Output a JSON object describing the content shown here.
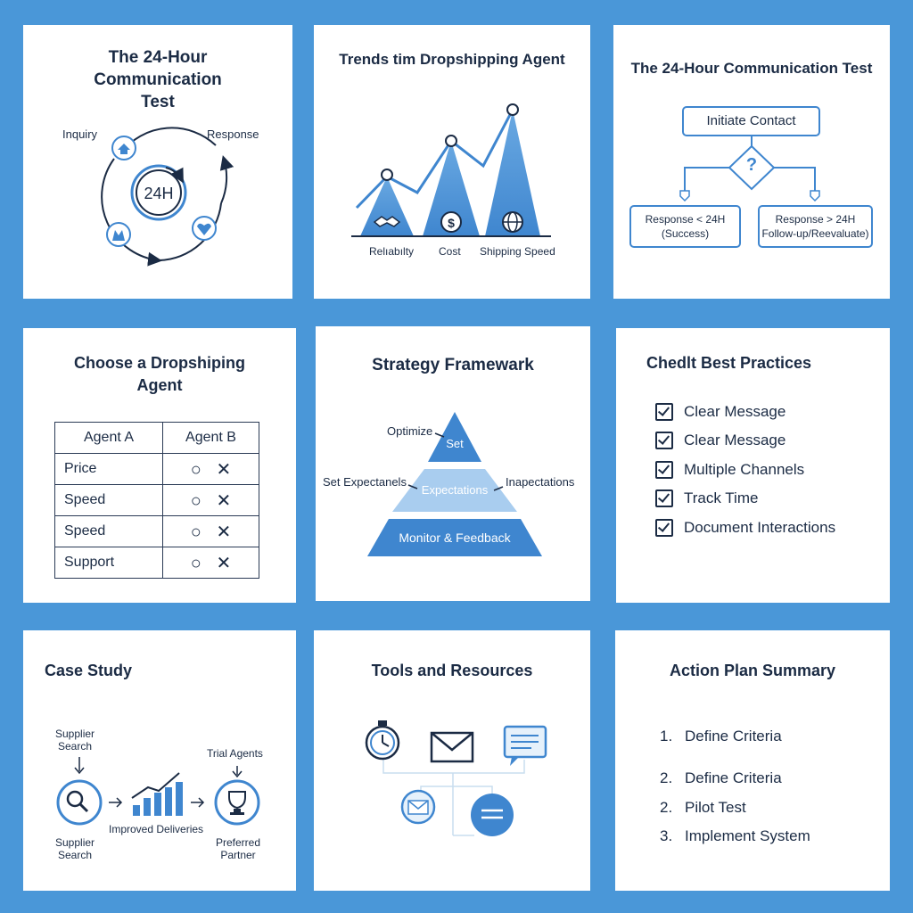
{
  "panels": {
    "p1": {
      "title": "The 24-Hour Communication Test",
      "inquiry": "Inquiry",
      "response": "Response",
      "center": "24H"
    },
    "p2": {
      "title": "Trends tim Dropshipping Agent",
      "labels": [
        "Relıabılty",
        "Cost",
        "Shipping Speed"
      ]
    },
    "p3": {
      "title": "The 24-Hour Communication Test",
      "start": "Initiate Contact",
      "decision": "?",
      "left_line1": "Response < 24H",
      "left_line2": "(Success)",
      "right_line1": "Response > 24H",
      "right_line2": "Follow-up/Reevaluate)"
    },
    "p4": {
      "title": "Choose a Dropshiping Agent",
      "col_a": "Agent A",
      "col_b": "Agent B",
      "rows": [
        "Price",
        "Speed",
        "Speed",
        "Support"
      ]
    },
    "p5": {
      "title": "Strategy Framewark",
      "optimize": "Optimize",
      "set_expectations": "Set Expectanels",
      "inspections": "Inapectations",
      "top": "Set",
      "middle": "Expectations",
      "bottom": "Monitor & Feedback"
    },
    "p6": {
      "title": "Chedlt Best Practices",
      "items": [
        "Clear Message",
        "Clear Message",
        "Multiple Channels",
        "Track Time",
        "Document Interactions"
      ]
    },
    "p7": {
      "title": "Case Study",
      "supplier_top": "Supplier\nSearch",
      "trial": "Trial Agents",
      "supplier_bottom": "Supplier\nSearch",
      "improved": "Improved Deliveries",
      "preferred": "Preferred\nPartner"
    },
    "p8": {
      "title": "Tools and Resources"
    },
    "p9": {
      "title": "Action Plan Summary",
      "steps": [
        {
          "num": "1.",
          "text": "Define Criteria"
        },
        {
          "num": "2.",
          "text": "Define Criteria"
        },
        {
          "num": "2.",
          "text": "Pilot Test"
        },
        {
          "num": "3.",
          "text": "Implement System"
        }
      ]
    }
  },
  "colors": {
    "background": "#4a97d8",
    "accent": "#3f86cf",
    "light": "#a9cdef",
    "dark": "#1b2b44"
  },
  "icons": [
    "upload-icon",
    "team-icon",
    "heart-icon",
    "handshake-icon",
    "dollar-icon",
    "globe-icon",
    "search-icon",
    "bar-chart-icon",
    "trophy-icon",
    "stopwatch-icon",
    "envelope-icon",
    "chat-icon"
  ]
}
